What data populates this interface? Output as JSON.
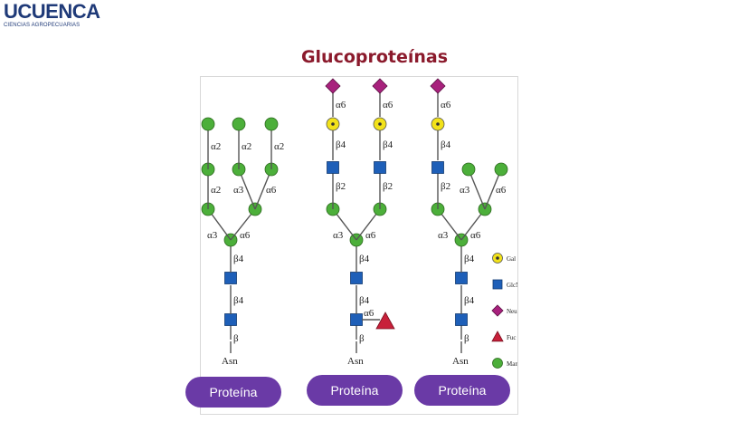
{
  "logo": {
    "main": "UCUENCA",
    "sub": "CIENCIAS AGROPECUARIAS"
  },
  "title": "Glucoproteínas",
  "colors": {
    "title": "#8b1a2c",
    "pill": "#6a3aa6",
    "mannose": "#4caf3a",
    "glcnac": "#1e5fb8",
    "galactose": "#f2e21a",
    "neuac": "#a8217d",
    "fucose": "#c8203a"
  },
  "glycans": {
    "asn": "Asn",
    "linkages": {
      "a2": "α2",
      "a3": "α3",
      "a6": "α6",
      "b2": "β2",
      "b4": "β4",
      "b": "β"
    }
  },
  "legend": [
    {
      "icon": "galactose-icon",
      "label": "Gal"
    },
    {
      "icon": "glcnac-icon",
      "label": "GlcN"
    },
    {
      "icon": "neuac-icon",
      "label": "Neu"
    },
    {
      "icon": "fucose-icon",
      "label": "Fuc"
    },
    {
      "icon": "mannose-icon",
      "label": "Man"
    }
  ],
  "proteins": [
    "Proteína",
    "Proteína",
    "Proteína"
  ]
}
